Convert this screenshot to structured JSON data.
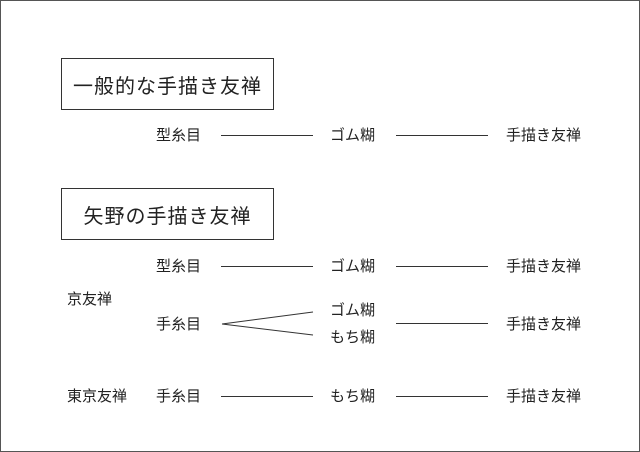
{
  "section1": {
    "title": "一般的な手描き友禅",
    "row": {
      "step1": "型糸目",
      "step2": "ゴム糊",
      "step3": "手描き友禅"
    }
  },
  "section2": {
    "title": "矢野の手描き友禅",
    "kyo": {
      "label": "京友禅",
      "row_a": {
        "step1": "型糸目",
        "step2": "ゴム糊",
        "step3": "手描き友禅"
      },
      "row_b": {
        "step1": "手糸目",
        "step2a": "ゴム糊",
        "step2b": "もち糊",
        "step3": "手描き友禅"
      }
    },
    "tokyo": {
      "label": "東京友禅",
      "row": {
        "step1": "手糸目",
        "step2": "もち糊",
        "step3": "手描き友禅"
      }
    }
  }
}
